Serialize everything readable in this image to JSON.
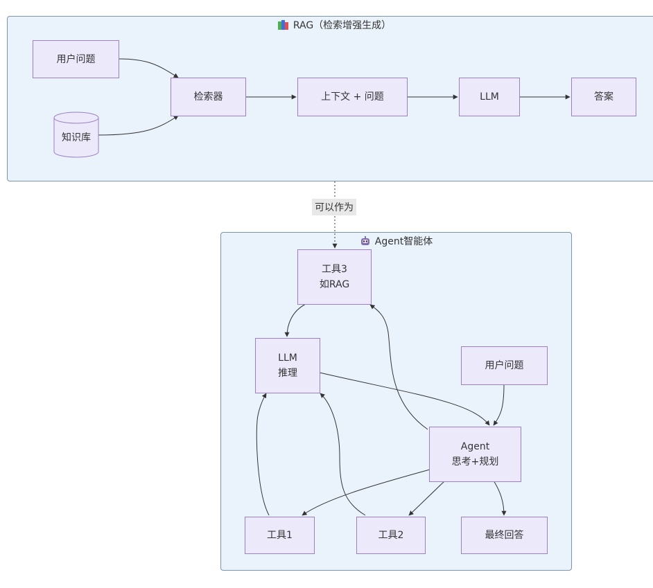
{
  "clusters": {
    "rag": {
      "title": "RAG（检索增强生成）",
      "icon": "books-icon"
    },
    "agent": {
      "title": "Agent智能体",
      "icon": "robot-icon"
    }
  },
  "nodes": {
    "rag_question": "用户问题",
    "knowledge_base": "知识库",
    "retriever": "检索器",
    "context_question": "上下文 + 问题",
    "rag_llm": "LLM",
    "answer": "答案",
    "tool3": {
      "line1": "工具3",
      "line2": "如RAG"
    },
    "llm_reason": {
      "line1": "LLM",
      "line2": "推理"
    },
    "agent_question": "用户问题",
    "agent": {
      "line1": "Agent",
      "line2": "思考+规划"
    },
    "tool1": "工具1",
    "tool2": "工具2",
    "final_answer": "最终回答"
  },
  "edge_labels": {
    "can_be_used_as": "可以作为"
  },
  "colors": {
    "cluster_fill": "#eaf2fb",
    "cluster_border": "#7a94ad",
    "node_fill": "#ece9fb",
    "node_border": "#9b7fc4",
    "edge": "#333333"
  }
}
